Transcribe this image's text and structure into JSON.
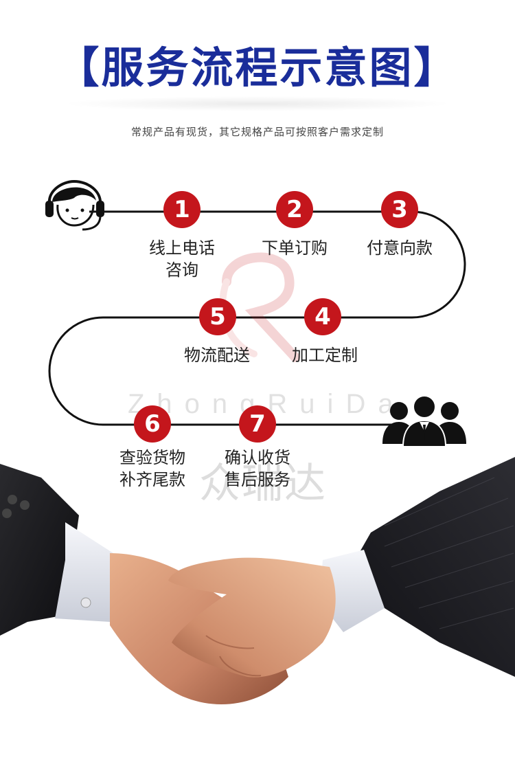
{
  "title": "【服务流程示意图】",
  "subtitle": "常规产品有现货，其它规格产品可按照客户需求定制",
  "steps": [
    {
      "num": "1",
      "line1": "线上电话",
      "line2": "咨询"
    },
    {
      "num": "2",
      "line1": "下单订购",
      "line2": ""
    },
    {
      "num": "3",
      "line1": "付意向款",
      "line2": ""
    },
    {
      "num": "4",
      "line1": "加工定制",
      "line2": ""
    },
    {
      "num": "5",
      "line1": "物流配送",
      "line2": ""
    },
    {
      "num": "6",
      "line1": "查验货物",
      "line2": "补齐尾款"
    },
    {
      "num": "7",
      "line1": "确认收货",
      "line2": "售后服务"
    }
  ],
  "watermark": {
    "latin": "ZhongRuiDa",
    "chinese": "众瑞达"
  },
  "colors": {
    "title": "#1a2d9a",
    "step_circle": "#c4161c",
    "line": "#111111"
  },
  "icons": {
    "start": "customer-service-headset-icon",
    "end": "business-team-icon",
    "background": "handshake-photo"
  }
}
